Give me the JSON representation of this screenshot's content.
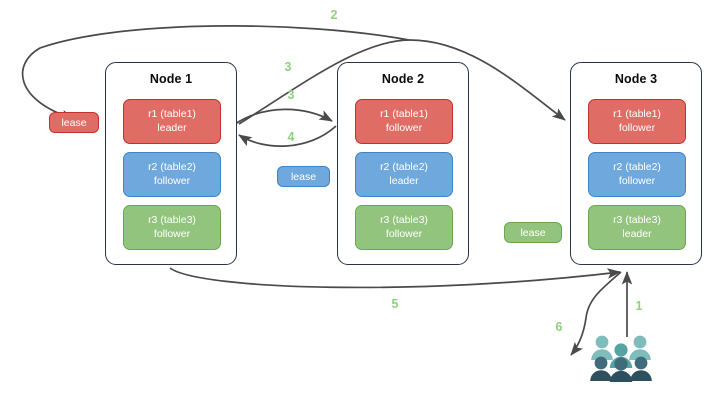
{
  "diagram": {
    "title": "Raft multi-node lease and replica diagram",
    "colors": {
      "red": "#e06c66",
      "red_border": "#c9302c",
      "blue": "#6fa8dc",
      "blue_border": "#3d85c8",
      "green": "#93c47d",
      "green_border": "#6aa84f",
      "node_border": "#27344a",
      "arrow": "#4a4a4a",
      "step_label": "#8fd17e",
      "user_light": "#7fbdbd",
      "user_mid": "#4f8a96",
      "user_dark": "#2d4f5e"
    }
  },
  "nodes": [
    {
      "title": "Node 1",
      "replicas": [
        {
          "name": "r1 (table1)",
          "role": "leader",
          "color": "red"
        },
        {
          "name": "r2 (table2)",
          "role": "follower",
          "color": "blue"
        },
        {
          "name": "r3 (table3)",
          "role": "follower",
          "color": "green"
        }
      ]
    },
    {
      "title": "Node 2",
      "replicas": [
        {
          "name": "r1 (table1)",
          "role": "follower",
          "color": "red"
        },
        {
          "name": "r2 (table2)",
          "role": "leader",
          "color": "blue"
        },
        {
          "name": "r3 (table3)",
          "role": "follower",
          "color": "green"
        }
      ]
    },
    {
      "title": "Node 3",
      "replicas": [
        {
          "name": "r1 (table1)",
          "role": "follower",
          "color": "red"
        },
        {
          "name": "r2 (table2)",
          "role": "follower",
          "color": "blue"
        },
        {
          "name": "r3 (table3)",
          "role": "leader",
          "color": "green"
        }
      ]
    }
  ],
  "leases": [
    {
      "id": "lease-red",
      "label": "lease",
      "color": "red"
    },
    {
      "id": "lease-blue",
      "label": "lease",
      "color": "blue"
    },
    {
      "id": "lease-green",
      "label": "lease",
      "color": "green"
    }
  ],
  "steps": [
    {
      "id": "step-1",
      "label": "1"
    },
    {
      "id": "step-2",
      "label": "2"
    },
    {
      "id": "step-3a",
      "label": "3"
    },
    {
      "id": "step-3b",
      "label": "3"
    },
    {
      "id": "step-4",
      "label": "4"
    },
    {
      "id": "step-5",
      "label": "5"
    },
    {
      "id": "step-6",
      "label": "6"
    }
  ],
  "icons": {
    "users": "users-group-icon"
  }
}
